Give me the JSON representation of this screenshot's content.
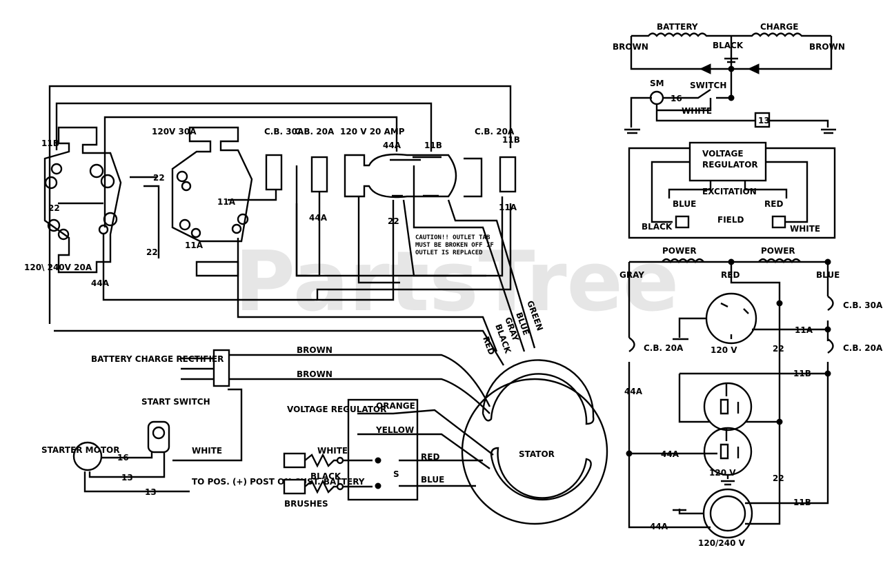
{
  "watermark": "PartsTree",
  "left": {
    "outlet_120_240": "120\\ 240V 20A",
    "outlet_120_30": "120V 30A",
    "cb30": "C.B. 30A",
    "cb20a": "C.B. 20A",
    "duplex": "120 V 20 AMP",
    "cb20b": "C.B. 20A",
    "caution": "CAUTION!! OUTLET TAB MUST BE BROKEN OFF IF OUTLET IS REPLACED",
    "rectifier": "BATTERY CHARGE RECTIFIER",
    "start_switch": "START SWITCH",
    "starter_motor": "STARTER MOTOR",
    "vr": "VOLTAGE REGULATOR",
    "brushes": "BRUSHES",
    "stator": "STATOR",
    "battery_post": "TO POS. (+) POST ON CUST. BATTERY",
    "s": "S"
  },
  "wires": {
    "w11B": "11B",
    "w11A": "11A",
    "w22": "22",
    "w44A": "44A",
    "w16": "16",
    "w13": "13",
    "brown": "BROWN",
    "white": "WHITE",
    "black": "BLACK",
    "red": "RED",
    "blue": "BLUE",
    "orange": "ORANGE",
    "yellow": "YELLOW",
    "green": "GREEN",
    "gray": "GRAY"
  },
  "right": {
    "battery": "BATTERY",
    "charge": "CHARGE",
    "sm": "SM",
    "switch": "SWITCH",
    "num13": "13",
    "vr_line1": "VOLTAGE",
    "vr_line2": "REGULATOR",
    "excitation": "EXCITATION",
    "field": "FIELD",
    "power": "POWER",
    "v120": "120 V",
    "v120_240": "120/240 V",
    "cb30": "C.B. 30A",
    "cb20": "C.B. 20A"
  }
}
